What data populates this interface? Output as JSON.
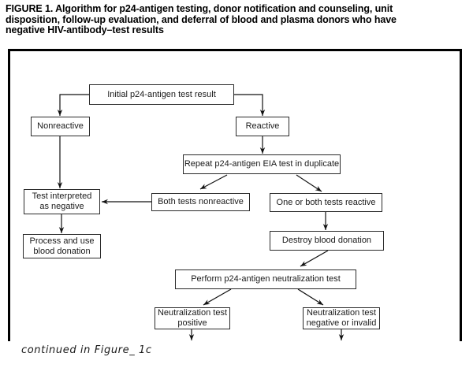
{
  "header": {
    "lines": [
      "FIGURE 1. Algorithm for p24-antigen testing, donor notification and counseling, unit",
      "disposition, follow-up evaluation, and deferral of blood and plasma donors who have",
      "negative HIV-antibody–test results"
    ]
  },
  "flowchart": {
    "nodes": {
      "initial": "Initial p24-antigen test result",
      "nonreactive": "Nonreactive",
      "reactive": "Reactive",
      "repeat": "Repeat p24-antigen EIA test in duplicate",
      "test_negative": "Test interpreted\nas negative",
      "both_nonreactive": "Both tests nonreactive",
      "one_or_both_reactive": "One or both tests reactive",
      "process_use": "Process and use\nblood donation",
      "destroy": "Destroy blood donation",
      "perform_neutralization": "Perform p24-antigen neutralization test",
      "neut_positive": "Neutralization test\npositive",
      "neut_negative": "Neutralization test\nnegative or invalid"
    },
    "continuation_note": "continued in Figure_ 1c"
  },
  "colors": {
    "ink": "#000000",
    "background": "#ffffff"
  }
}
